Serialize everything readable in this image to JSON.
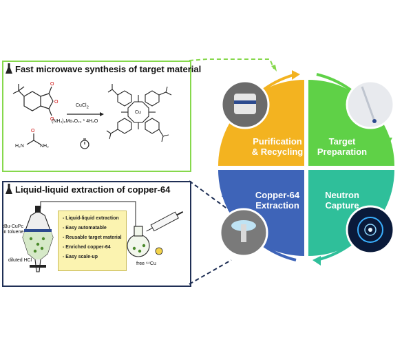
{
  "top_panel": {
    "title": "Fast microwave synthesis of target material",
    "reagent": "CuCl",
    "reagent_sub": "2",
    "conditions": "(NH",
    "conditions_full": "(NH₄)₆Mo₇O₂₄ * 4H₂O",
    "urea_left": "H₂N",
    "urea_right": "NH₂",
    "center_metal": "Cu"
  },
  "bottom_panel": {
    "title": "Liquid-liquid extraction of copper-64",
    "organic_label": "tBu-CuPc\nin toluene",
    "aqueous_label": "diluted HCl",
    "free_label": "free ⁶⁴Cu",
    "benefits": [
      "Liquid-liquid extraction",
      "Easy automatable",
      "Reusable target material",
      "Enriched copper-64",
      "Easy scale-up"
    ]
  },
  "cycle": {
    "quadrants": [
      {
        "label": "Purification\n& Recycling",
        "color": "#f3b320"
      },
      {
        "label": "Target\nPreparation",
        "color": "#5fd147"
      },
      {
        "label": "Copper-64\nExtraction",
        "color": "#3e64b8"
      },
      {
        "label": "Neutron\nCapture",
        "color": "#2fbf9a"
      }
    ]
  },
  "colors": {
    "green_border": "#86d84c",
    "navy_border": "#1f2f55",
    "yellow": "#f3b320"
  }
}
